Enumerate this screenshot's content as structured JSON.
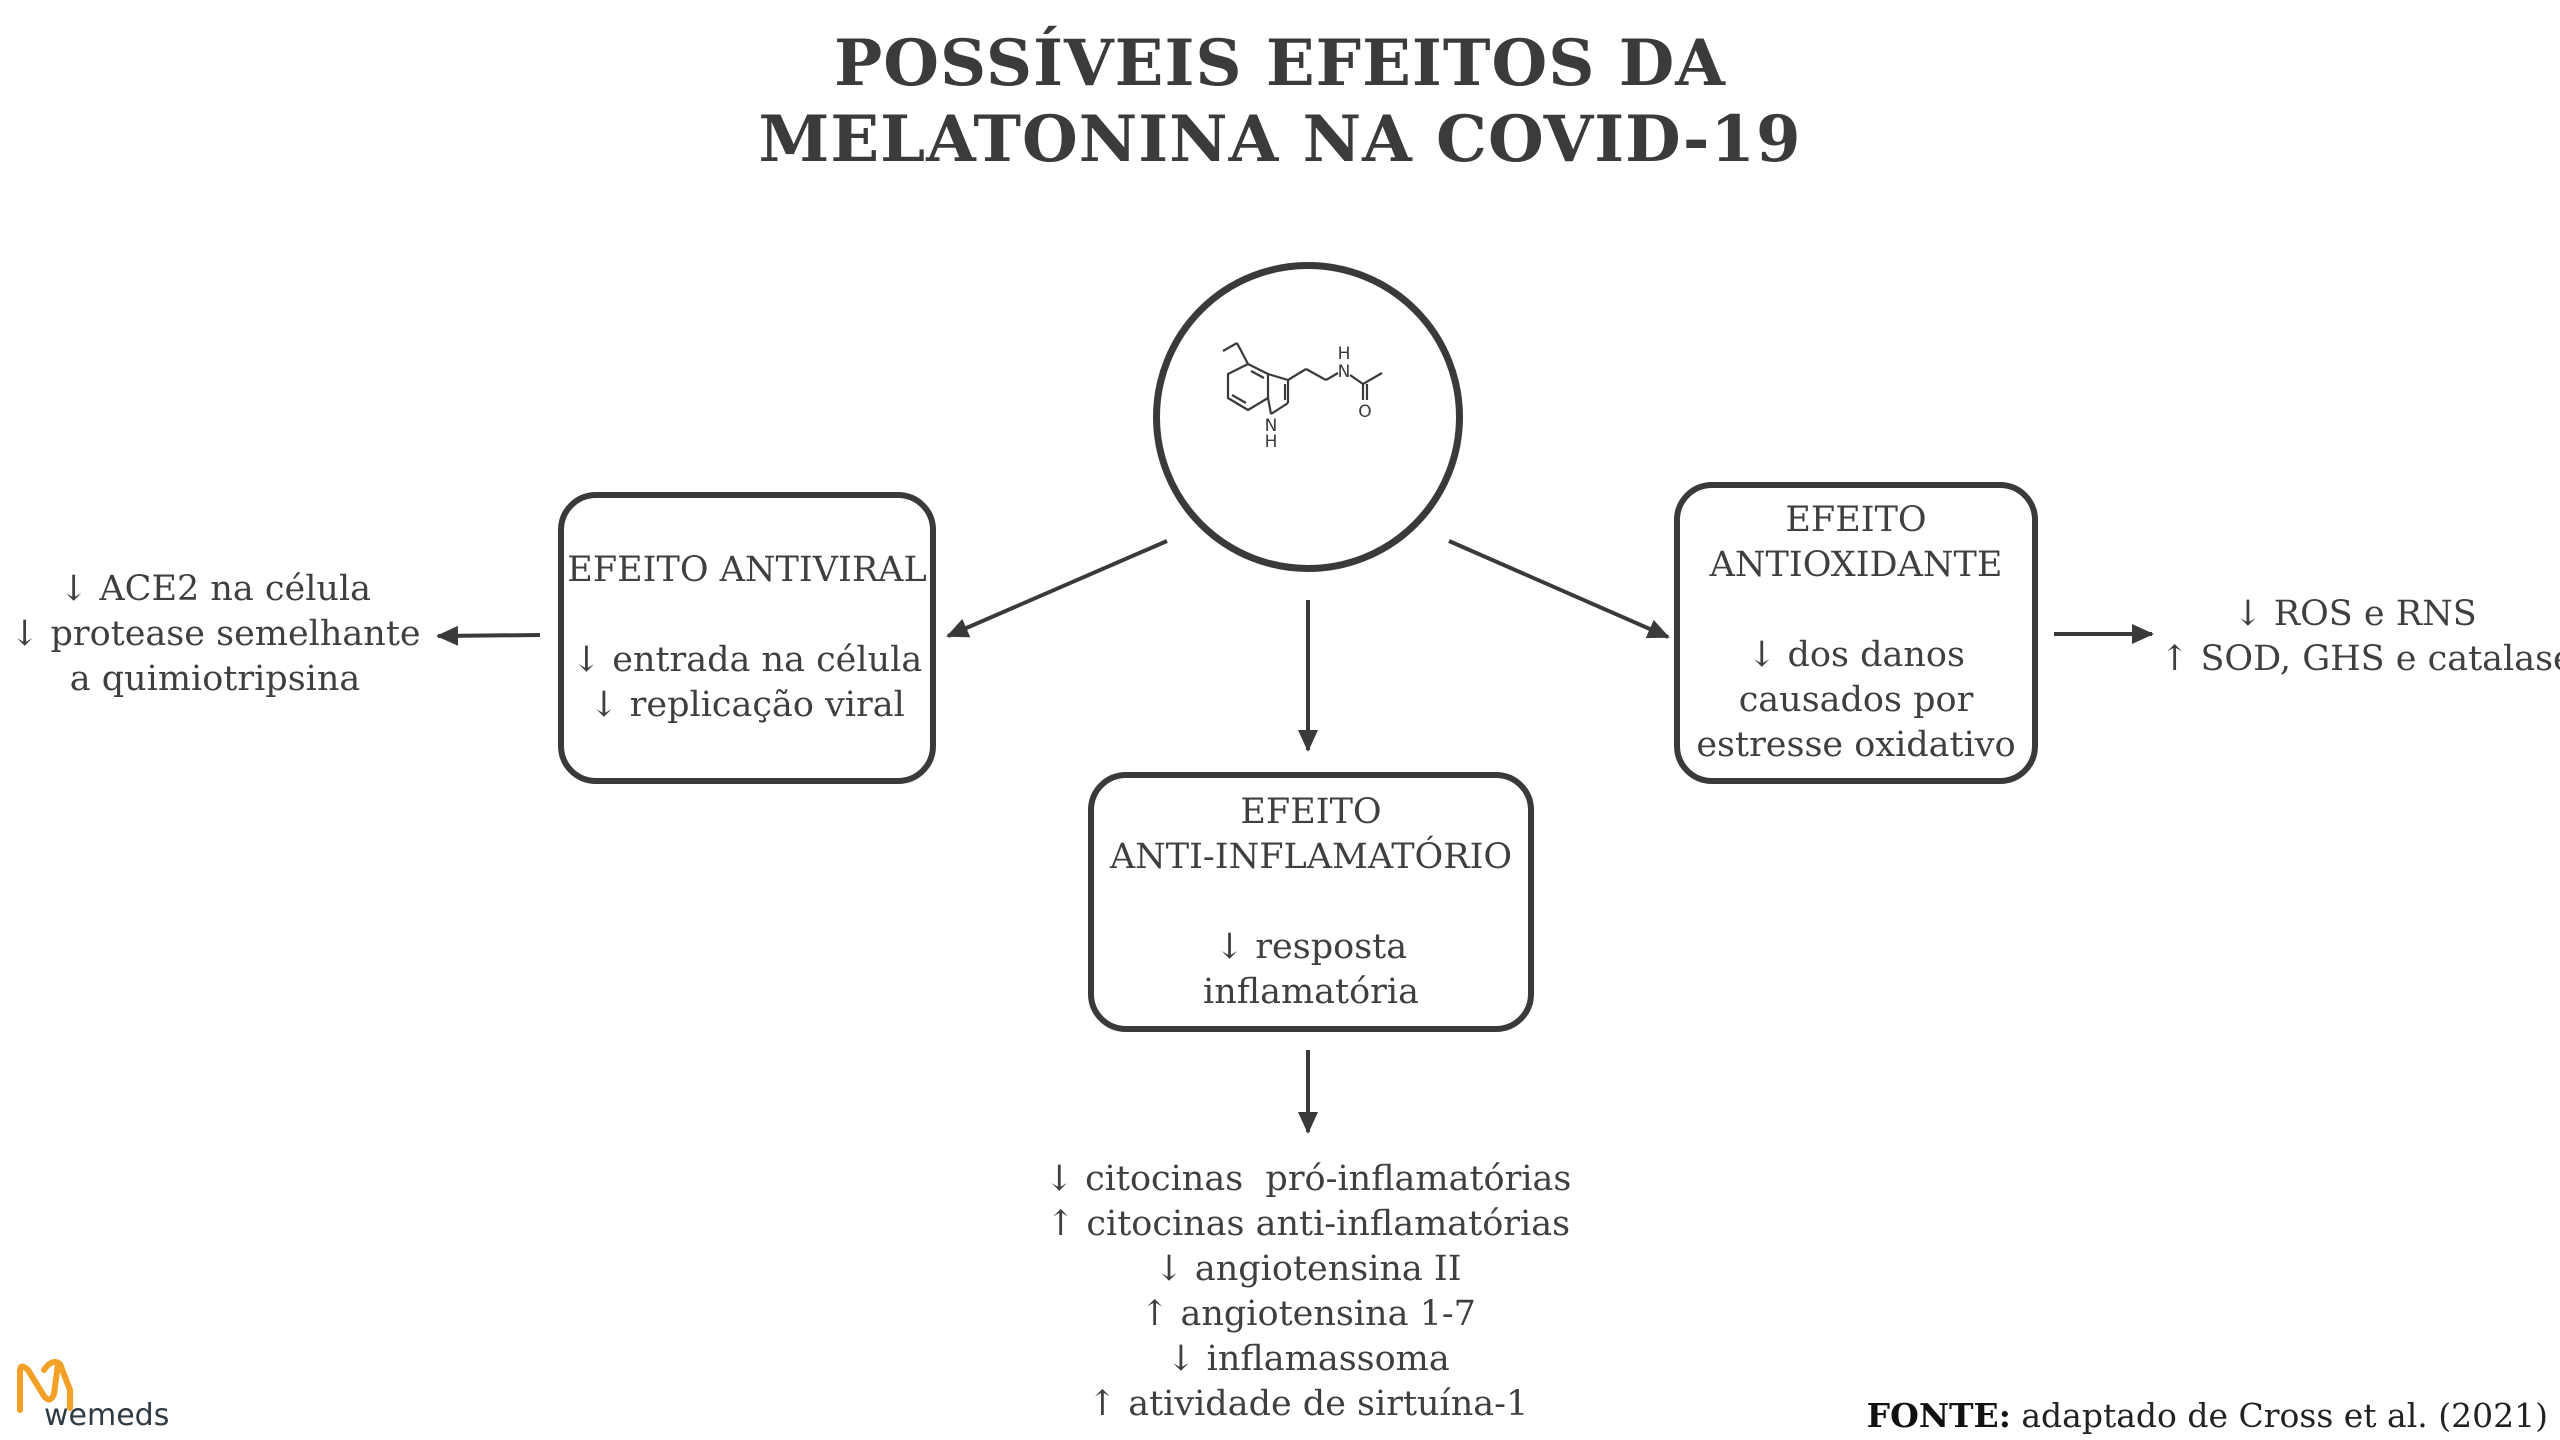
{
  "title": {
    "line1": "POSSÍVEIS EFEITOS DA",
    "line2": "MELATONINA NA COVID-19"
  },
  "molecule": {
    "atom_labels": [
      "N",
      "H",
      "N",
      "H",
      "O"
    ]
  },
  "antiviral": {
    "heading": "EFEITO ANTIVIRAL",
    "effects": [
      "↓ entrada na célula",
      "↓ replicação viral"
    ],
    "outcomes": [
      "↓ ACE2 na célula",
      "↓ protease semelhante",
      "a quimiotripsina"
    ]
  },
  "antiinflammatory": {
    "heading": [
      "EFEITO",
      "ANTI-INFLAMATÓRIO"
    ],
    "effects": [
      "↓ resposta",
      "inflamatória"
    ],
    "outcomes": [
      "↓ citocinas  pró-inflamatórias",
      "↑ citocinas anti-inflamatórias",
      "↓ angiotensina II",
      "↑ angiotensina 1-7",
      "↓ inflamassoma",
      "↑ atividade de sirtuína-1"
    ]
  },
  "antioxidant": {
    "heading": [
      "EFEITO",
      "ANTIOXIDANTE"
    ],
    "effects": [
      "↓ dos danos",
      "causados por",
      "estresse oxidativo"
    ],
    "outcomes": [
      "↓ ROS e RNS",
      "↑ SOD, GHS e catalase"
    ]
  },
  "source": {
    "label": "FONTE:",
    "text": " adaptado de Cross et al. (2021)"
  },
  "logo": {
    "text": "wemeds",
    "icon": "wemeds-logo-icon",
    "colors": [
      "#f2a126",
      "#2f3b45"
    ]
  }
}
